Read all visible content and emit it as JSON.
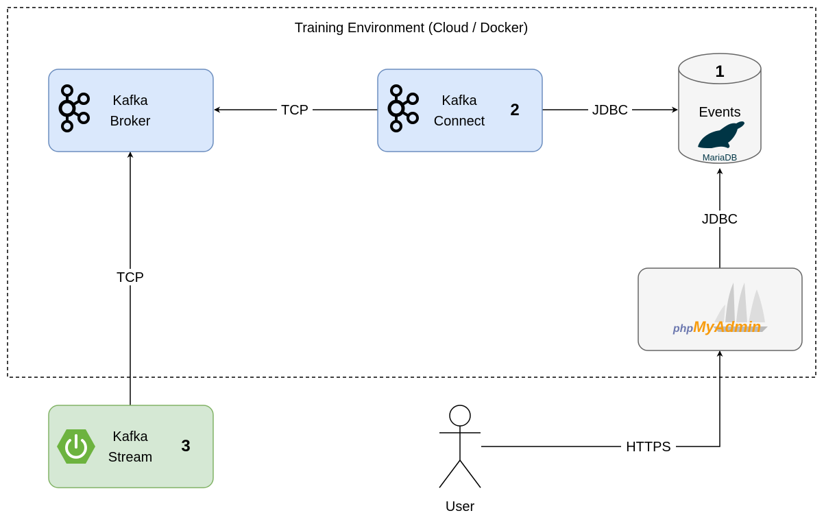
{
  "environment": {
    "title": "Training Environment (Cloud / Docker)"
  },
  "nodes": {
    "kafka_broker": {
      "line1": "Kafka",
      "line2": "Broker",
      "icon": "kafka-icon",
      "fill": "#dae8fc",
      "stroke": "#6c8ebf"
    },
    "kafka_connect": {
      "line1": "Kafka",
      "line2": "Connect",
      "number": "2",
      "icon": "kafka-icon",
      "fill": "#dae8fc",
      "stroke": "#6c8ebf"
    },
    "events_db": {
      "number": "1",
      "label": "Events",
      "logo_text": "MariaDB",
      "icon": "mariadb-seal-icon",
      "fill": "#f5f5f5",
      "stroke": "#666666"
    },
    "phpmyadmin": {
      "logo_text_php": "php",
      "logo_text_myadmin": "MyAdmin",
      "icon": "phpmyadmin-sailboat-icon",
      "fill": "#f5f5f5",
      "stroke": "#666666"
    },
    "kafka_stream": {
      "line1": "Kafka",
      "line2": "Stream",
      "number": "3",
      "icon": "spring-power-icon",
      "fill": "#d5e8d4",
      "stroke": "#82b366"
    },
    "user": {
      "label": "User",
      "icon": "stick-figure-icon"
    }
  },
  "edges": {
    "connect_to_broker": {
      "label": "TCP"
    },
    "connect_to_db": {
      "label": "JDBC"
    },
    "phpmyadmin_to_db": {
      "label": "JDBC"
    },
    "stream_to_broker": {
      "label": "TCP"
    },
    "user_to_phpmyadmin": {
      "label": "HTTPS"
    }
  },
  "colors": {
    "mariadb": "#003545",
    "phpmyadmin_php": "#6c78af",
    "phpmyadmin_myadmin": "#f89c0e",
    "spring": "#6db33f"
  }
}
